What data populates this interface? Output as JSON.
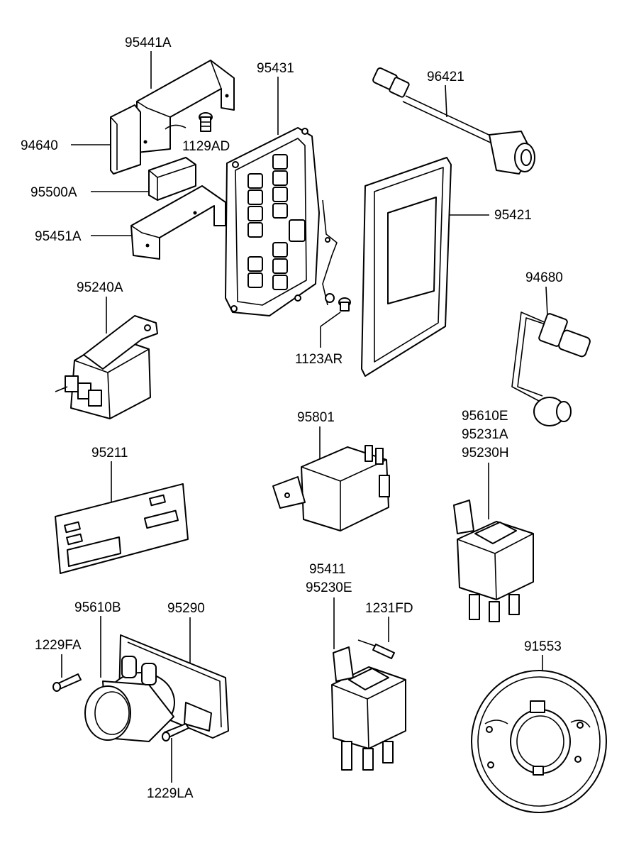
{
  "parts": {
    "p95441A": "95441A",
    "p95431": "95431",
    "p96421": "96421",
    "p94640": "94640",
    "p1129AD": "1129AD",
    "p95500A": "95500A",
    "p95451A": "95451A",
    "p95421": "95421",
    "p95240A": "95240A",
    "p94680": "94680",
    "p1123AR": "1123AR",
    "p95801": "95801",
    "p95610E": "95610E",
    "p95231A": "95231A",
    "p95230H": "95230H",
    "p95211": "95211",
    "p95411": "95411",
    "p95230E": "95230E",
    "p95610B": "95610B",
    "p95290": "95290",
    "p1231FD": "1231FD",
    "p1229FA": "1229FA",
    "p91553": "91553",
    "p1229LA": "1229LA"
  }
}
